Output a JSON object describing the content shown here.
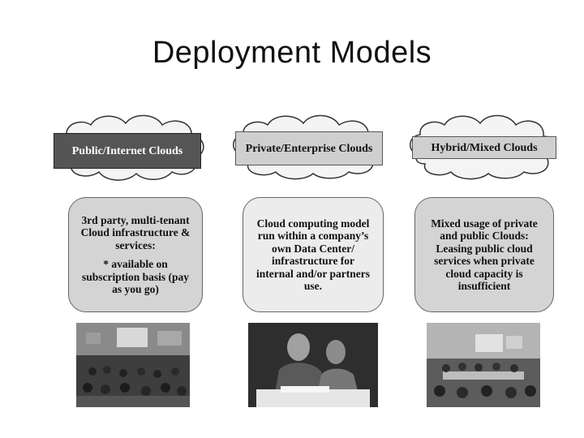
{
  "title": "Deployment Models",
  "columns": [
    {
      "cloud_label": "Public/Internet Clouds",
      "description": [
        "3rd party, multi-tenant Cloud infrastructure & services:",
        "* available on subscription basis (pay as you go)"
      ]
    },
    {
      "cloud_label": "Private/Enterprise Clouds",
      "description": [
        "Cloud computing model run within a company’s own Data Center/ infrastructure for internal and/or partners use."
      ]
    },
    {
      "cloud_label": "Hybrid/Mixed Clouds",
      "description": [
        "Mixed usage of private and public Clouds: Leasing public cloud services when private cloud capacity is insufficient"
      ]
    }
  ],
  "colors": {
    "cloud_dark": "#555555",
    "cloud_light": "#cfcfcf",
    "box_fill": "#d4d4d4",
    "box_fill_alt": "#ececec"
  }
}
